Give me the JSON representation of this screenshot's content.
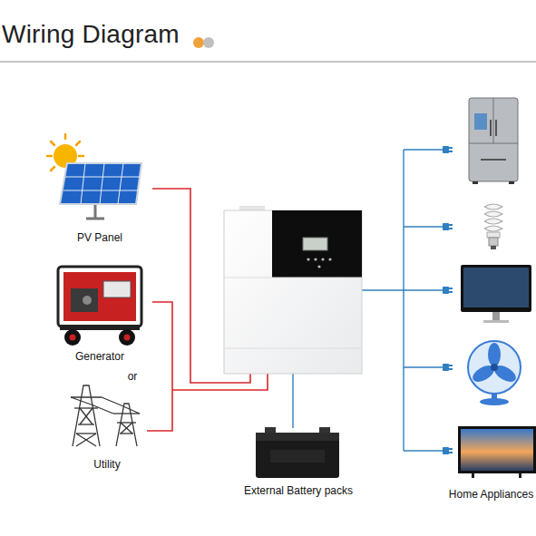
{
  "diagram": {
    "title": "Wiring Diagram",
    "nodes": [
      {
        "text": [
          "PV Panel"
        ]
      },
      {
        "text": [
          "Generator"
        ]
      },
      {
        "text": [
          "Utility"
        ]
      },
      {
        "text": [
          "External Battery packs"
        ]
      },
      {
        "text": [
          "Home Appliances"
        ]
      }
    ],
    "labels": [
      "or"
    ]
  }
}
